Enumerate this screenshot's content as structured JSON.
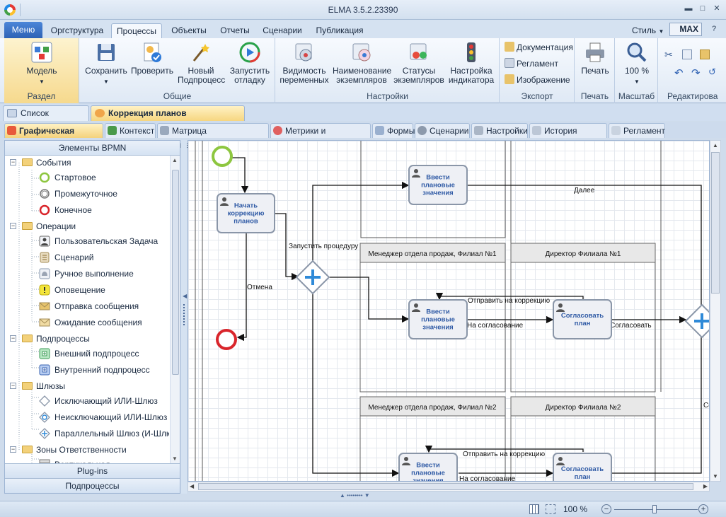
{
  "window": {
    "title": "ELMA 3.5.2.23390"
  },
  "menu": {
    "label": "Меню"
  },
  "ribbon_tabs": [
    "Оргструктура",
    "Процессы",
    "Объекты",
    "Отчеты",
    "Сценарии",
    "Публикация"
  ],
  "style_label": "Стиль",
  "max_label": "MAX",
  "ribbon": {
    "model": {
      "label": "Модель",
      "group": "Раздел"
    },
    "general": {
      "group": "Общие",
      "save": "Сохранить",
      "check": "Проверить",
      "new_process": "Новый Подпроцесс",
      "debug": "Запустить отладку"
    },
    "settings": {
      "group": "Настройки",
      "visibility": "Видимость переменных",
      "naming": "Наименование экземпляров",
      "statuses": "Статусы экземпляров",
      "indicator": "Настройка индикатора"
    },
    "export": {
      "group": "Экспорт",
      "documentation": "Документация",
      "regulation": "Регламент",
      "image": "Изображение"
    },
    "print": {
      "group": "Печать",
      "label": "Печать"
    },
    "scale": {
      "group": "Масштаб",
      "label": "100 %"
    },
    "edit": {
      "group": "Редактирова"
    }
  },
  "doc_tabs": [
    {
      "label": "Список процессов"
    },
    {
      "label": "Коррекция планов производства"
    }
  ],
  "sub_tabs": [
    "Графическая модель",
    "Контекст",
    "Матрица ответственности",
    "Метрики и показатели",
    "Формы",
    "Сценарии",
    "Настройки",
    "История версий",
    "Регламент"
  ],
  "left_panel": {
    "header": "Элементы BPMN",
    "tree": [
      {
        "type": "folder",
        "label": "События"
      },
      {
        "type": "item",
        "icon": "start-event",
        "label": "Стартовое"
      },
      {
        "type": "item",
        "icon": "intermediate-event",
        "label": "Промежуточное"
      },
      {
        "type": "item",
        "icon": "end-event",
        "label": "Конечное"
      },
      {
        "type": "folder",
        "label": "Операции"
      },
      {
        "type": "item",
        "icon": "user-task",
        "label": "Пользовательская Задача"
      },
      {
        "type": "item",
        "icon": "script",
        "label": "Сценарий"
      },
      {
        "type": "item",
        "icon": "manual",
        "label": "Ручное выполнение"
      },
      {
        "type": "item",
        "icon": "notification",
        "label": "Оповещение"
      },
      {
        "type": "item",
        "icon": "send-message",
        "label": "Отправка сообщения"
      },
      {
        "type": "item",
        "icon": "wait-message",
        "label": "Ожидание сообщения"
      },
      {
        "type": "folder",
        "label": "Подпроцессы"
      },
      {
        "type": "item",
        "icon": "external-subprocess",
        "label": "Внешний подпроцесс"
      },
      {
        "type": "item",
        "icon": "internal-subprocess",
        "label": "Внутренний подпроцесс"
      },
      {
        "type": "folder",
        "label": "Шлюзы"
      },
      {
        "type": "item",
        "icon": "exclusive-gateway",
        "label": "Исключающий ИЛИ-Шлюз"
      },
      {
        "type": "item",
        "icon": "inclusive-gateway",
        "label": "Неисключающий ИЛИ-Шлюз"
      },
      {
        "type": "item",
        "icon": "parallel-gateway",
        "label": "Параллельный Шлюз (И-Шлюз)"
      },
      {
        "type": "folder",
        "label": "Зоны Ответственности"
      },
      {
        "type": "item",
        "icon": "vertical-lane",
        "label": "Вертикальная"
      }
    ],
    "plugins": "Plug-ins",
    "subprocesses": "Подпроцессы"
  },
  "diagram": {
    "tasks": {
      "start_correction": "Начать коррекцию планов",
      "enter_plan_top": "Ввести плановые значения",
      "enter_plan_1": "Ввести плановые значения",
      "approve_1": "Согласовать план",
      "enter_plan_2": "Ввести плановые значения",
      "approve_2": "Согласовать план"
    },
    "lanes": {
      "manager_1": "Менеджер отдела продаж, Филиал №1",
      "director_1": "Директор Филиала №1",
      "manager_2": "Менеджер отдела продаж, Филиал №2",
      "director_2": "Директор Филиала №2"
    },
    "flows": {
      "start_procedure": "Запустить процедуру",
      "cancel": "Отмена",
      "next": "Далее",
      "send_back_1": "Отправить на коррекцию",
      "to_approval_1": "На согласование",
      "approve_1": "Согласовать",
      "send_back_2": "Отправить на коррекцию",
      "to_approval_2": "На согласование",
      "cut_label": "Сс"
    }
  },
  "status": {
    "zoom": "100 %"
  }
}
